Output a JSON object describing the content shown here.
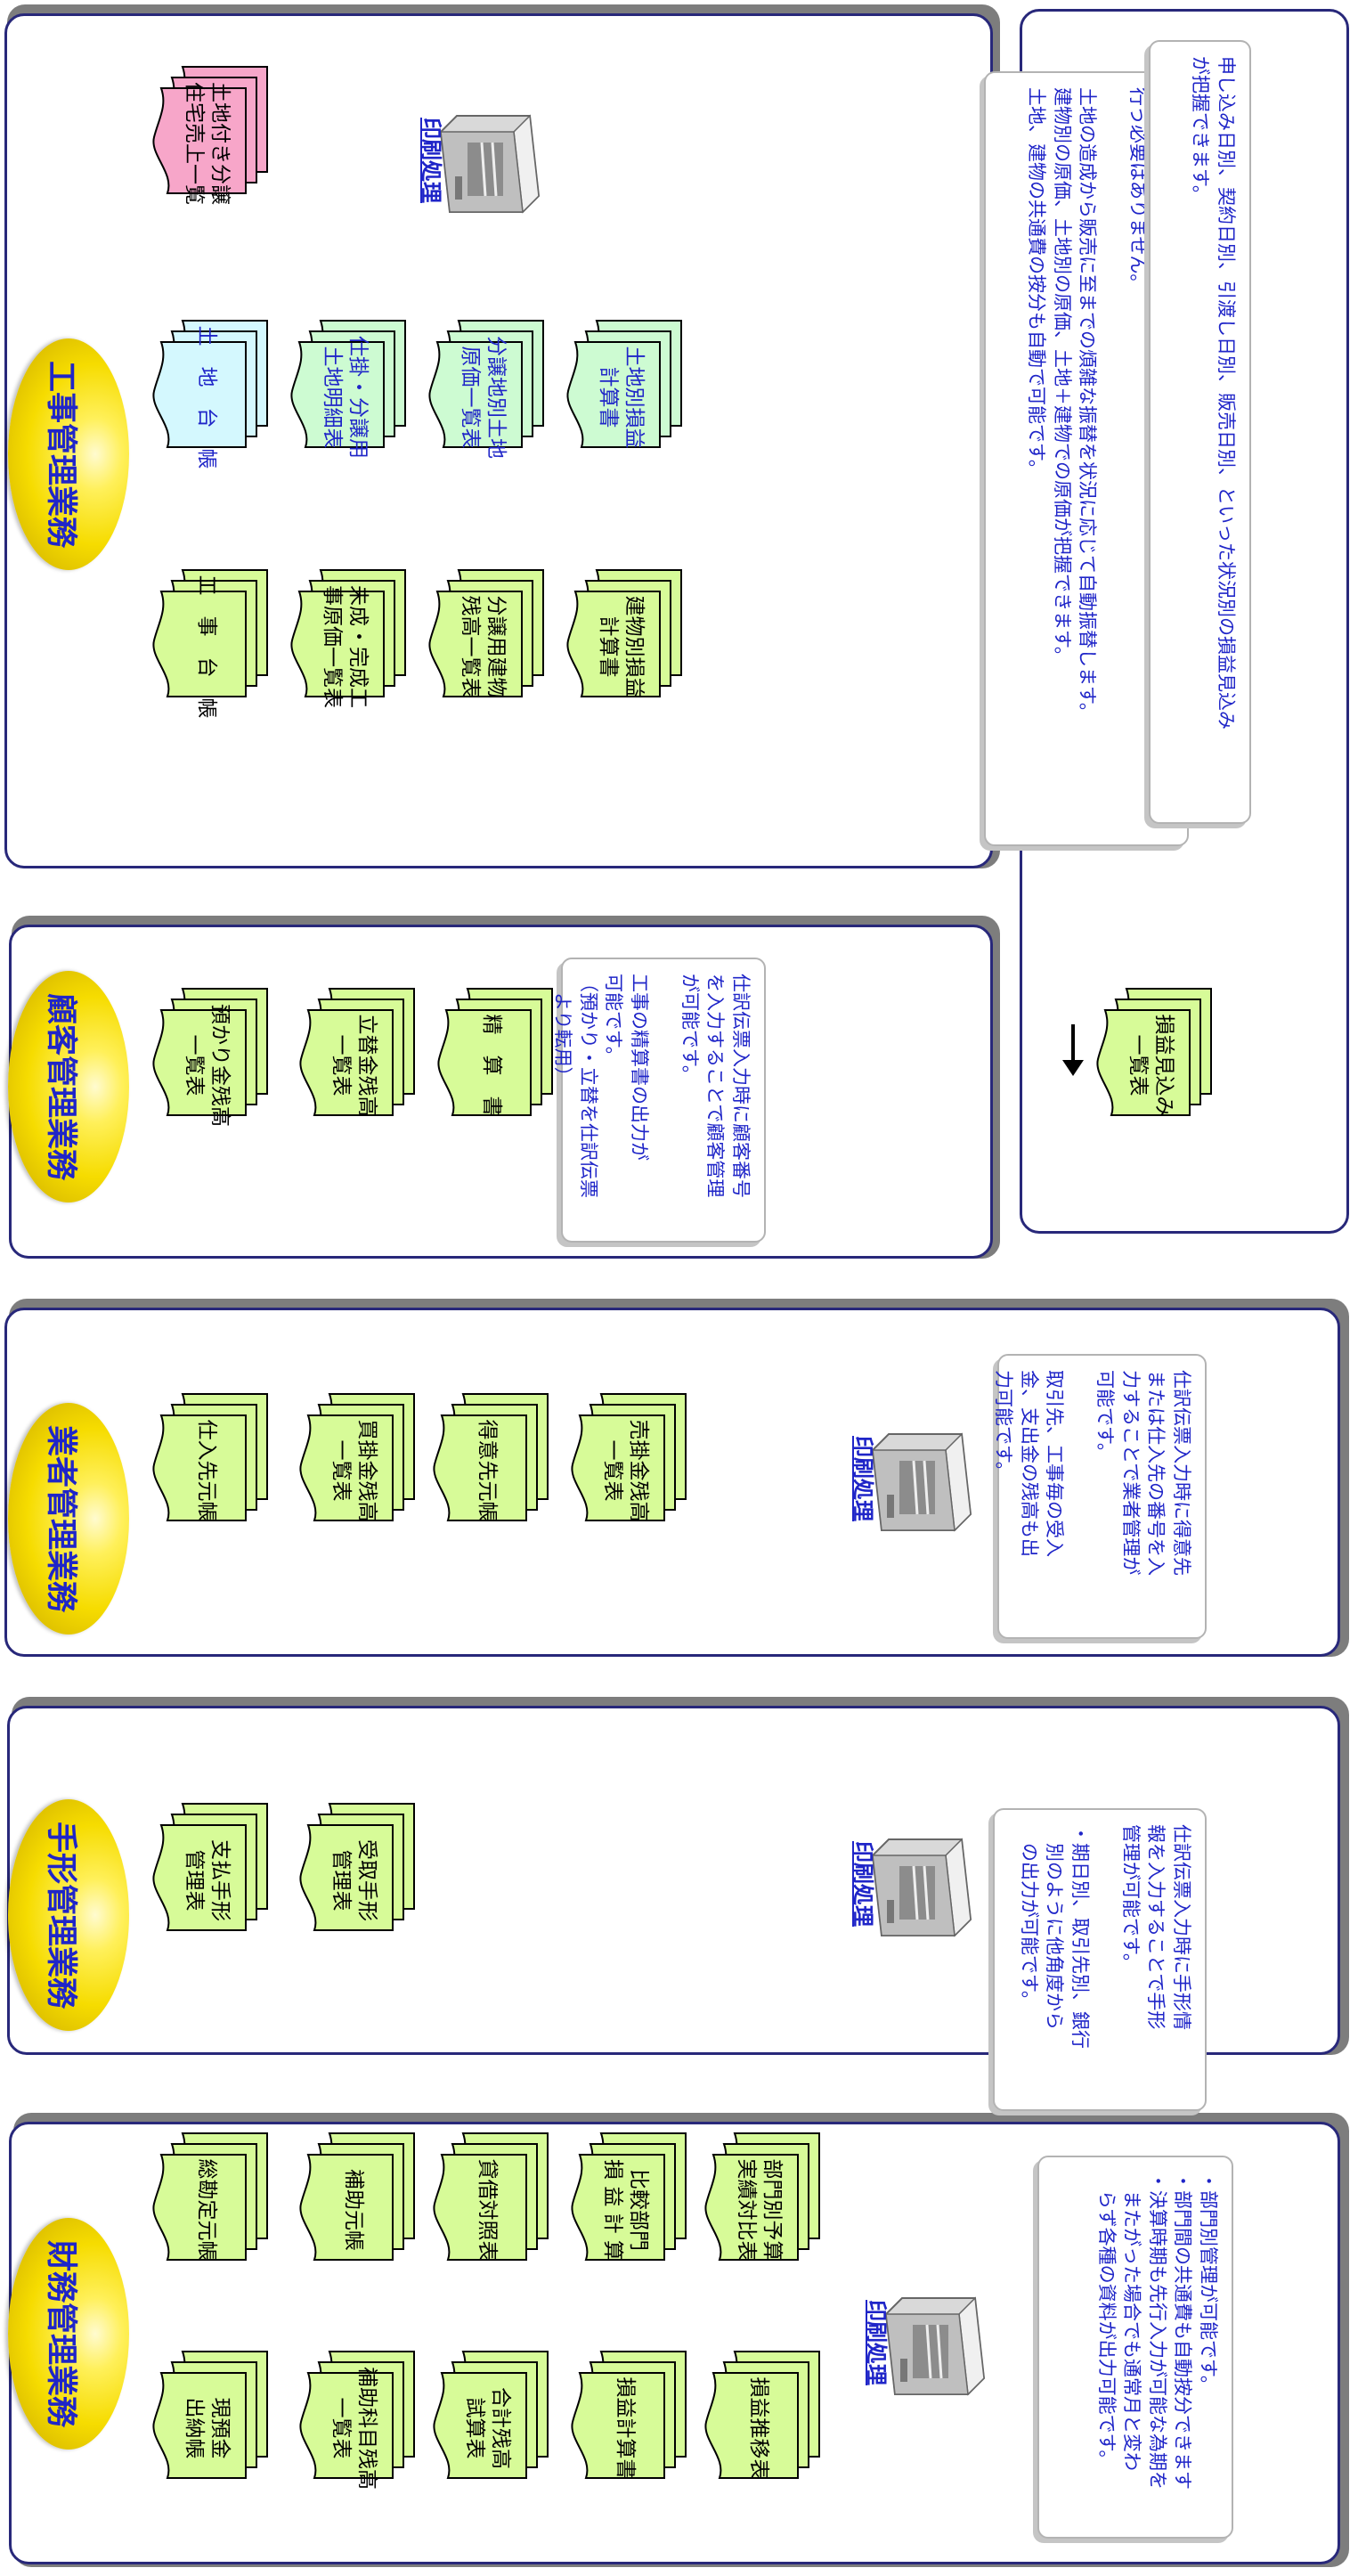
{
  "sections": {
    "finance": {
      "title": "財務管理業務",
      "docs": [
        {
          "label": "総勘定元帳"
        },
        {
          "label": "現預金\n出納帳"
        },
        {
          "label": "補助元帳"
        },
        {
          "label": "補助科目残高\n一覧表"
        },
        {
          "label": "貸借対照表"
        },
        {
          "label": "合計残高\n試算表"
        },
        {
          "label": "比較部門\n損 益 計 算"
        },
        {
          "label": "損益計算書"
        },
        {
          "label": "部門別予算\n実績対比表"
        },
        {
          "label": "損益推移表"
        }
      ],
      "print_label": "印刷処理",
      "note": "・部門別管理が可能です。\n・部門間の共通費も自動按分できます\n・決算時期も先行入力が可能な為期を\n　またがった場合でも通常月と変わ\n　らず各種の資料が出力可能です。"
    },
    "bills": {
      "title": "手形管理業務",
      "docs": [
        {
          "label": "支払手形\n管理表"
        },
        {
          "label": "受取手形\n管理表"
        }
      ],
      "print_label": "印刷処理",
      "note": "仕訳伝票入力時に手形情\n報を入力することで手形\n管理が可能です。\n\n・期日別、取引先別、銀行\n　別のように他角度から\n　の出力が可能です。"
    },
    "supplier": {
      "title": "業者管理業務",
      "docs": [
        {
          "label": "仕入先元帳"
        },
        {
          "label": "買掛金残高\n一覧表"
        },
        {
          "label": "得意先元帳"
        },
        {
          "label": "売掛金残高\n一覧表"
        }
      ],
      "print_label": "印刷処理",
      "note": "仕訳伝票入力時に得意先\nまたは仕入先の番号を入\n力することで業者管理が\n可能です。\n\n取引先、工事毎の受入\n金、支出金の残高も出\n力可能です。"
    },
    "customer": {
      "title": "顧客管理業務",
      "docs": [
        {
          "label": "預かり金残高\n一覧表"
        },
        {
          "label": "立替金残高\n一覧表"
        },
        {
          "label": "精　算　書"
        }
      ],
      "note": "仕訳伝票入力時に顧客番号\nを入力することで顧客管理\nが可能です。\n\n工事の精算書の出力が\n可能です。\n（預かり・立替を仕訳伝票\n　より転用）"
    },
    "construction": {
      "title": "工事管理業務",
      "docs_building": [
        {
          "label": "工　事　台　帳"
        },
        {
          "label": "未成・完成工\n事原価一覧表"
        },
        {
          "label": "分譲用建物\n残高一覧表"
        },
        {
          "label": "建物別損益\n計算書"
        }
      ],
      "docs_land": [
        {
          "label": "土　地　台　帳"
        },
        {
          "label": "仕掛・分譲用\n土地明細表"
        },
        {
          "label": "分譲地別土地\n原価一覧表"
        },
        {
          "label": "土地別損益\n計算書"
        }
      ],
      "docs_sales": [
        {
          "label": "土地付き分譲\n住宅売上一覧"
        }
      ],
      "print_label": "印刷処理",
      "note": "工事関係の伝票は工事原価管理システムより連動する為、財務での二重入力を\n行う必要はありません。\n\n土地の造成から販売に至までの煩雑な振替を状況に応じて自動振替します。\n建物別の原価、土地別の原価、土地＋建物での原価が把握できます。\n土地、建物の共通費の按分も自動で可能です。"
    },
    "profit": {
      "title": "損益見込管理",
      "docs": [
        {
          "label": "損益見込み\n一覧表"
        }
      ],
      "note": "申し込み日別、契約日別、引渡し日別、販売日別、といった状況別の損益見込み\nが把握できます。"
    }
  },
  "colors": {
    "panel_border": "#28287a",
    "doc_green": "#d7fb98",
    "doc_cyan": "#d4f8fe",
    "doc_mint": "#cdfbd2",
    "doc_pink": "#f7a6c9",
    "title_text": "#1f25c8",
    "note_text": "#1f25c8"
  },
  "icons": [
    "printer-icon",
    "arrow-right-icon"
  ]
}
